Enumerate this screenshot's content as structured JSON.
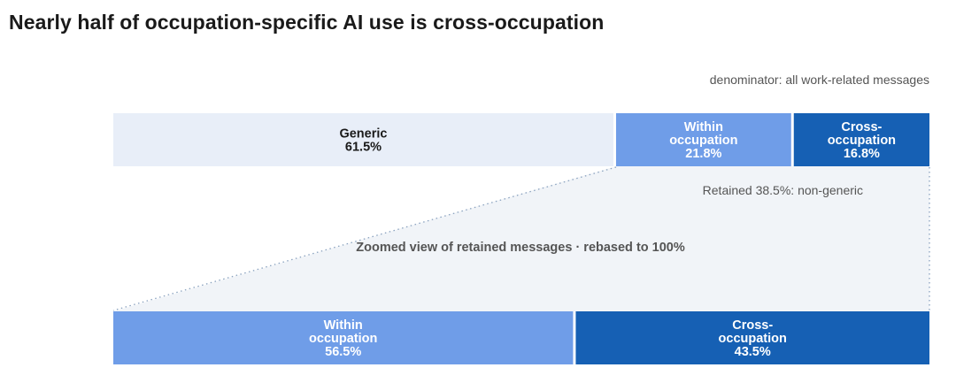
{
  "title": "Nearly half of occupation-specific AI use is cross-occupation",
  "denominator_note": "denominator: all work-related messages",
  "retained_note": "Retained 38.5%: non-generic",
  "zoom_note": "Zoomed view of retained messages · rebased to 100%",
  "colors": {
    "generic": "#e8eef8",
    "within": "#6f9de8",
    "cross": "#1660b4",
    "zoom_band": "#f1f4f8",
    "dotted": "#8aa2bf"
  },
  "chart_data": [
    {
      "type": "bar",
      "orientation": "horizontal-stacked",
      "segments": [
        {
          "lines": [
            "Generic"
          ],
          "value_label": "61.5%",
          "value": 61.5,
          "color_key": "generic",
          "text_color": "#1a1a1a"
        },
        {
          "lines": [
            "Within",
            "occupation"
          ],
          "value_label": "21.8%",
          "value": 21.8,
          "color_key": "within",
          "text_color": "#ffffff"
        },
        {
          "lines": [
            "Cross-",
            "occupation"
          ],
          "value_label": "16.8%",
          "value": 16.8,
          "color_key": "cross",
          "text_color": "#ffffff"
        }
      ]
    },
    {
      "type": "bar",
      "orientation": "horizontal-stacked",
      "segments": [
        {
          "lines": [
            "Within",
            "occupation"
          ],
          "value_label": "56.5%",
          "value": 56.5,
          "color_key": "within",
          "text_color": "#ffffff"
        },
        {
          "lines": [
            "Cross-",
            "occupation"
          ],
          "value_label": "43.5%",
          "value": 43.5,
          "color_key": "cross",
          "text_color": "#ffffff"
        }
      ]
    }
  ]
}
